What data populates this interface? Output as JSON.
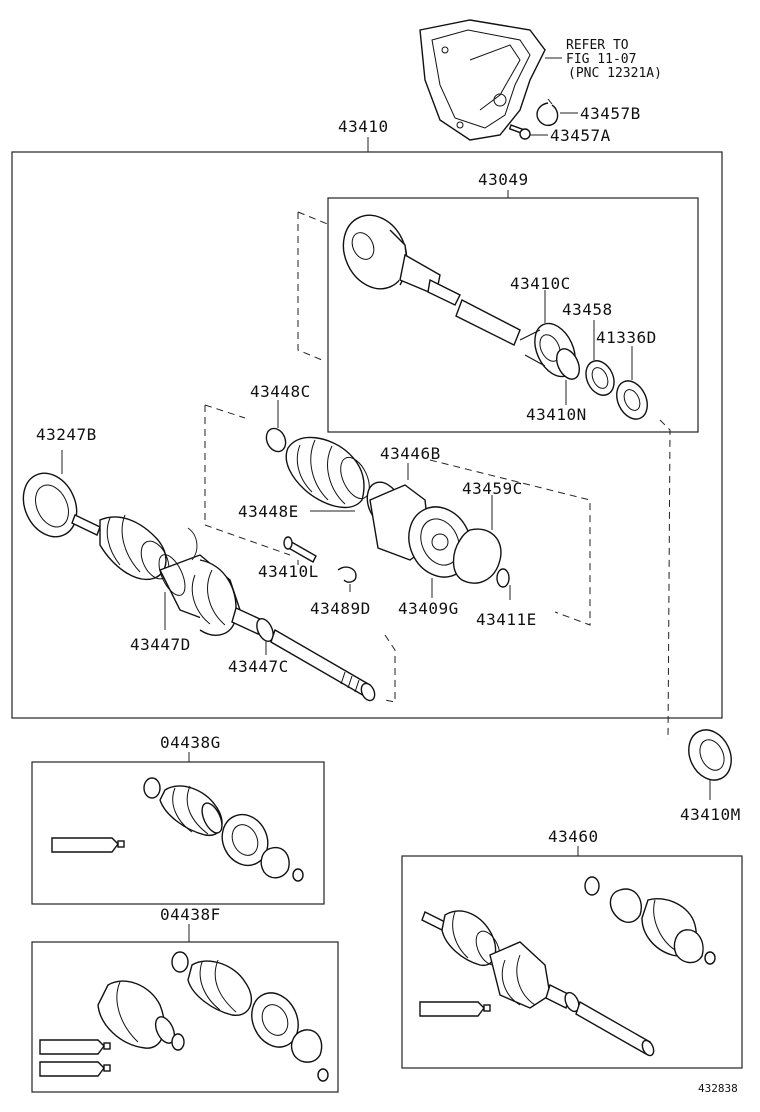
{
  "refer": {
    "line1": "REFER TO",
    "line2": "FIG 11-07",
    "line3": "(PNC 12321A)"
  },
  "labels": {
    "p43457B": "43457B",
    "p43457A": "43457A",
    "p43410": "43410",
    "p43049": "43049",
    "p43410C": "43410C",
    "p43458": "43458",
    "p41336D": "41336D",
    "p43410N": "43410N",
    "p43448C": "43448C",
    "p43247B": "43247B",
    "p43446B": "43446B",
    "p43459C": "43459C",
    "p43448E": "43448E",
    "p43410L": "43410L",
    "p43489D": "43489D",
    "p43409G": "43409G",
    "p43411E": "43411E",
    "p43447D": "43447D",
    "p43447C": "43447C",
    "p04438G": "04438G",
    "p43410M": "43410M",
    "p43460": "43460",
    "p04438F": "04438F"
  },
  "diagram_id": "432838"
}
